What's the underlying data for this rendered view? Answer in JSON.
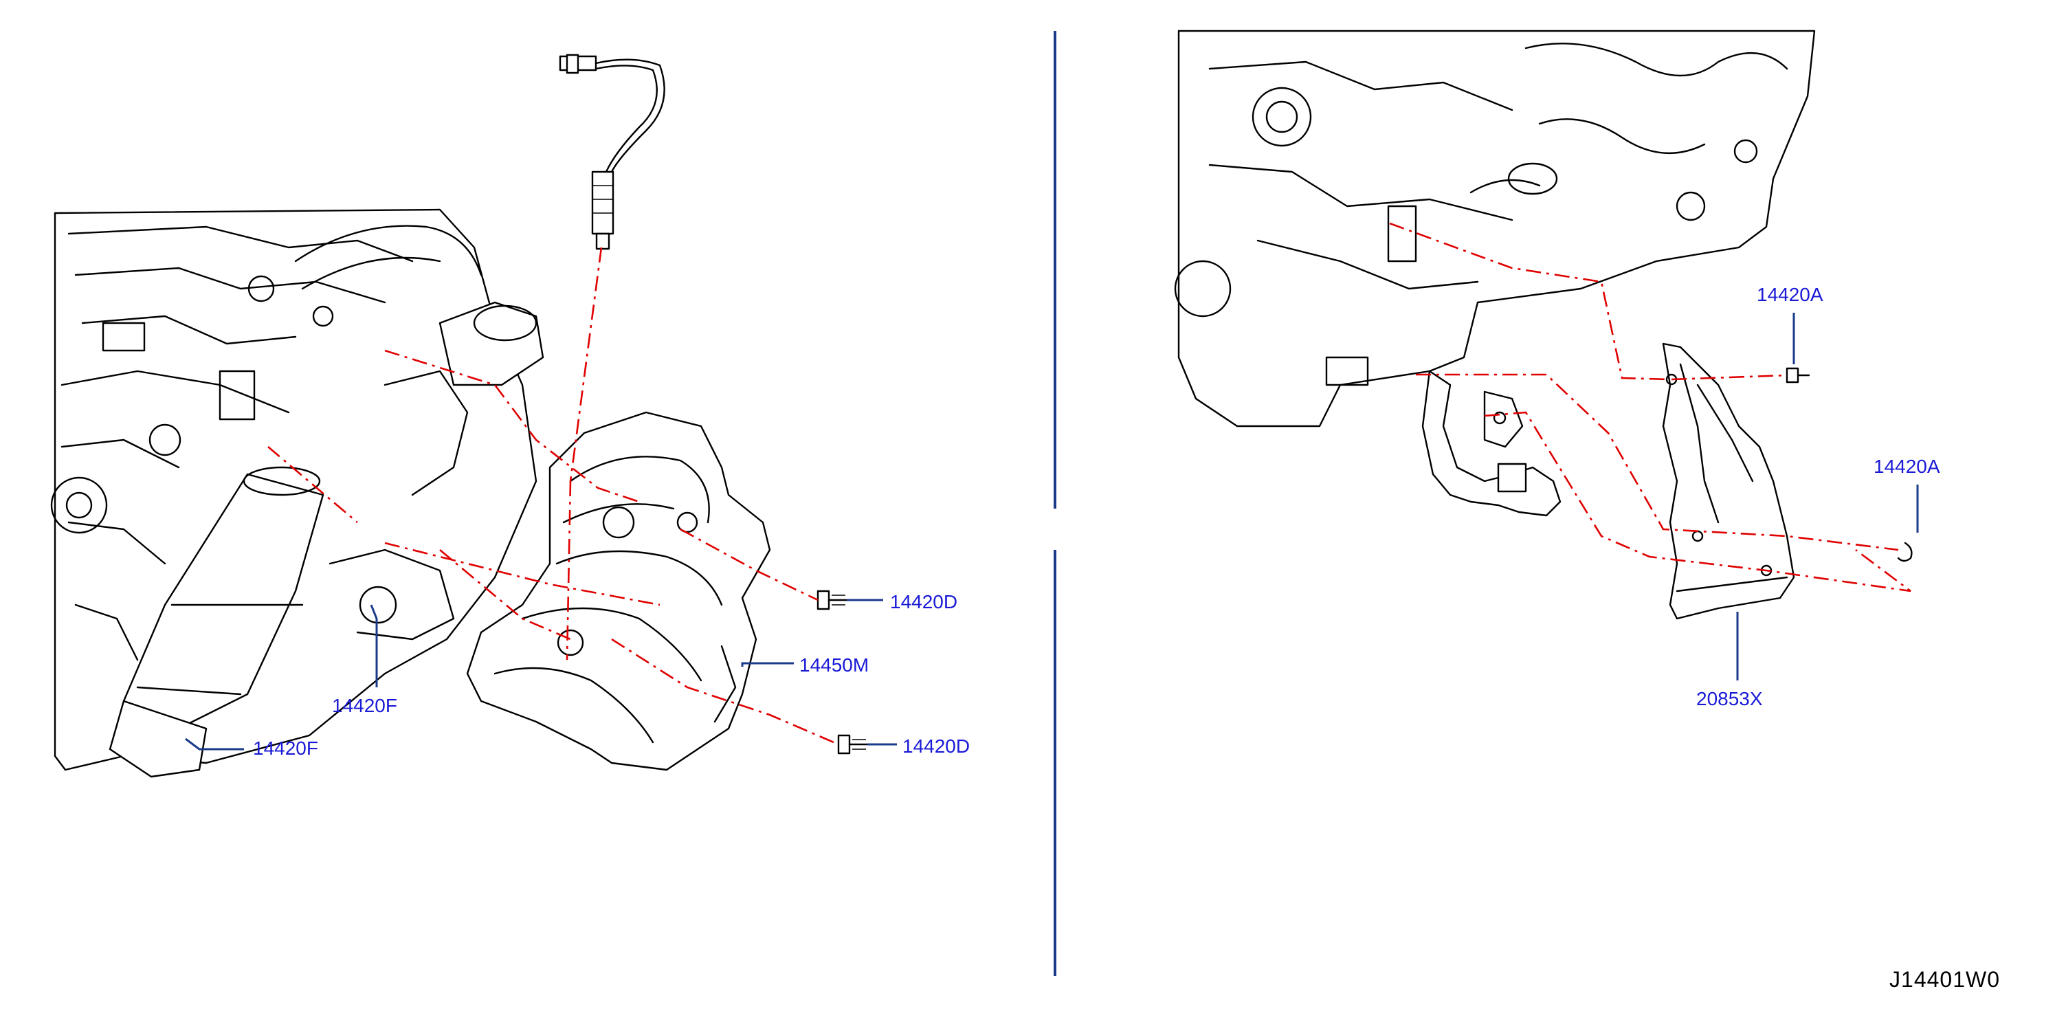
{
  "diagram": {
    "id": "J14401W0",
    "callouts": {
      "c_14420D_upper": "14420D",
      "c_14420D_lower": "14420D",
      "c_14450M": "14450M",
      "c_14420F_mid": "14420F",
      "c_14420F_low": "14420F",
      "c_14420A_upper": "14420A",
      "c_14420A_right": "14420A",
      "c_20853X": "20853X"
    }
  },
  "colors": {
    "callout_text": "#1a1ad6",
    "leader_line": "#1a3a8a",
    "dash_line": "#e00000",
    "line_art": "#000000"
  }
}
